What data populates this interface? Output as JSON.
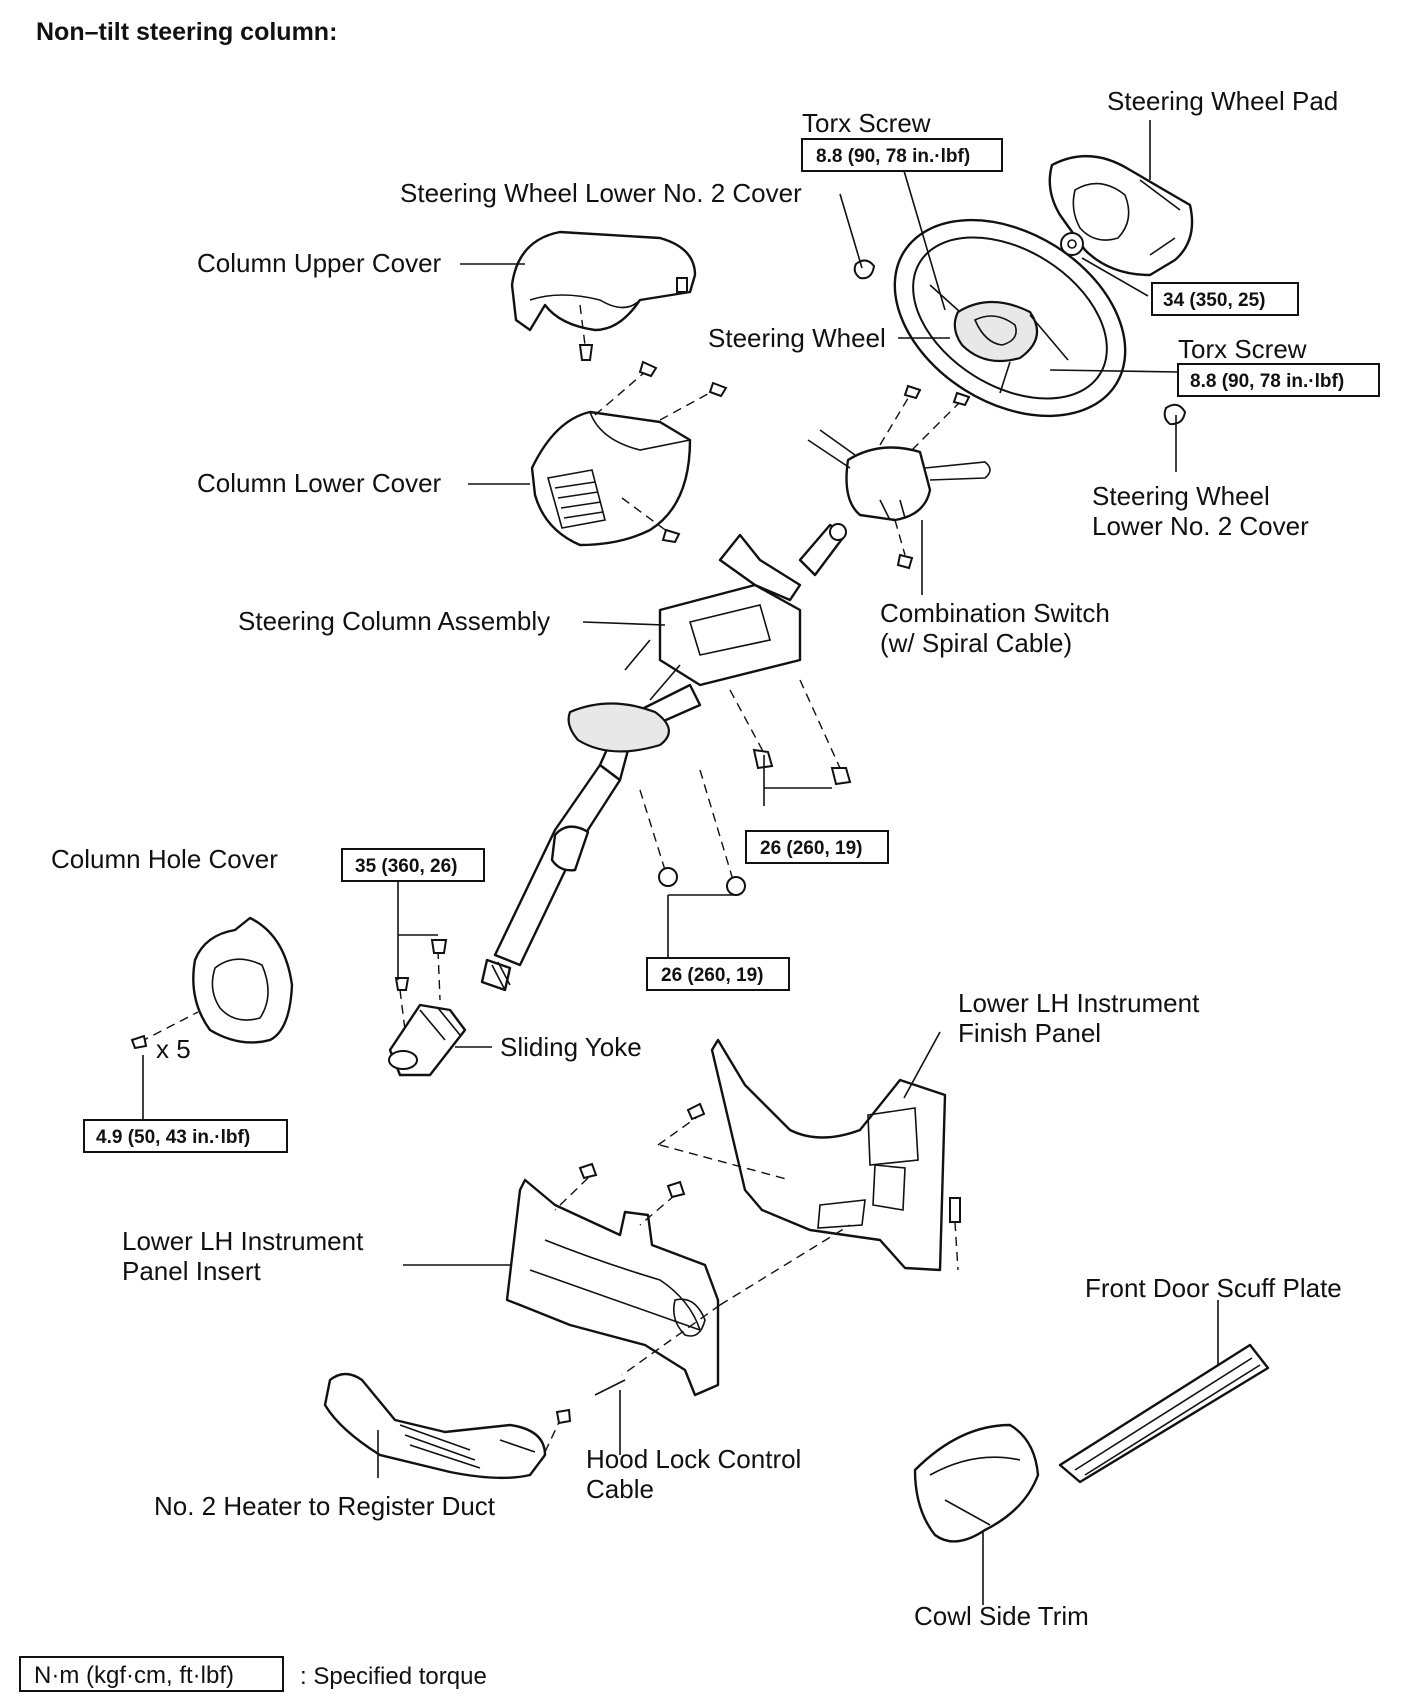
{
  "title": "Non–tilt steering column:",
  "labels": {
    "torx_screw_top": "Torx Screw",
    "steering_wheel_pad": "Steering Wheel Pad",
    "steering_wheel_lower_no2_cover_top": "Steering Wheel Lower No. 2 Cover",
    "column_upper_cover": "Column Upper Cover",
    "steering_wheel": "Steering Wheel",
    "torx_screw_right": "Torx Screw",
    "column_lower_cover": "Column Lower Cover",
    "steering_wheel_lower_no2_cover_right_l1": "Steering Wheel",
    "steering_wheel_lower_no2_cover_right_l2": "Lower No. 2 Cover",
    "combination_switch_l1": "Combination Switch",
    "combination_switch_l2": "(w/ Spiral Cable)",
    "steering_column_assembly": "Steering Column Assembly",
    "column_hole_cover": "Column Hole Cover",
    "sliding_yoke": "Sliding Yoke",
    "x5": "x 5",
    "lower_lh_finish_panel_l1": "Lower LH Instrument",
    "lower_lh_finish_panel_l2": "Finish Panel",
    "lower_lh_panel_insert_l1": "Lower LH Instrument",
    "lower_lh_panel_insert_l2": "Panel Insert",
    "front_door_scuff_plate": "Front Door Scuff Plate",
    "hood_lock_control_cable_l1": "Hood Lock Control",
    "hood_lock_control_cable_l2": "Cable",
    "heater_duct": "No. 2 Heater to Register Duct",
    "cowl_side_trim": "Cowl Side Trim"
  },
  "torques": {
    "torx_top": "8.8 (90, 78 in.·lbf)",
    "pad_nut": "34 (350, 25)",
    "torx_right": "8.8 (90, 78 in.·lbf)",
    "column_bolts_upper": "26 (260, 19)",
    "yoke_bolts": "35 (360, 26)",
    "column_nuts_lower": "26 (260, 19)",
    "hole_cover_nuts": "4.9 (50, 43 in.·lbf)"
  },
  "legend": {
    "box_text": "N·m (kgf·cm, ft·lbf)",
    "description": ": Specified torque"
  }
}
